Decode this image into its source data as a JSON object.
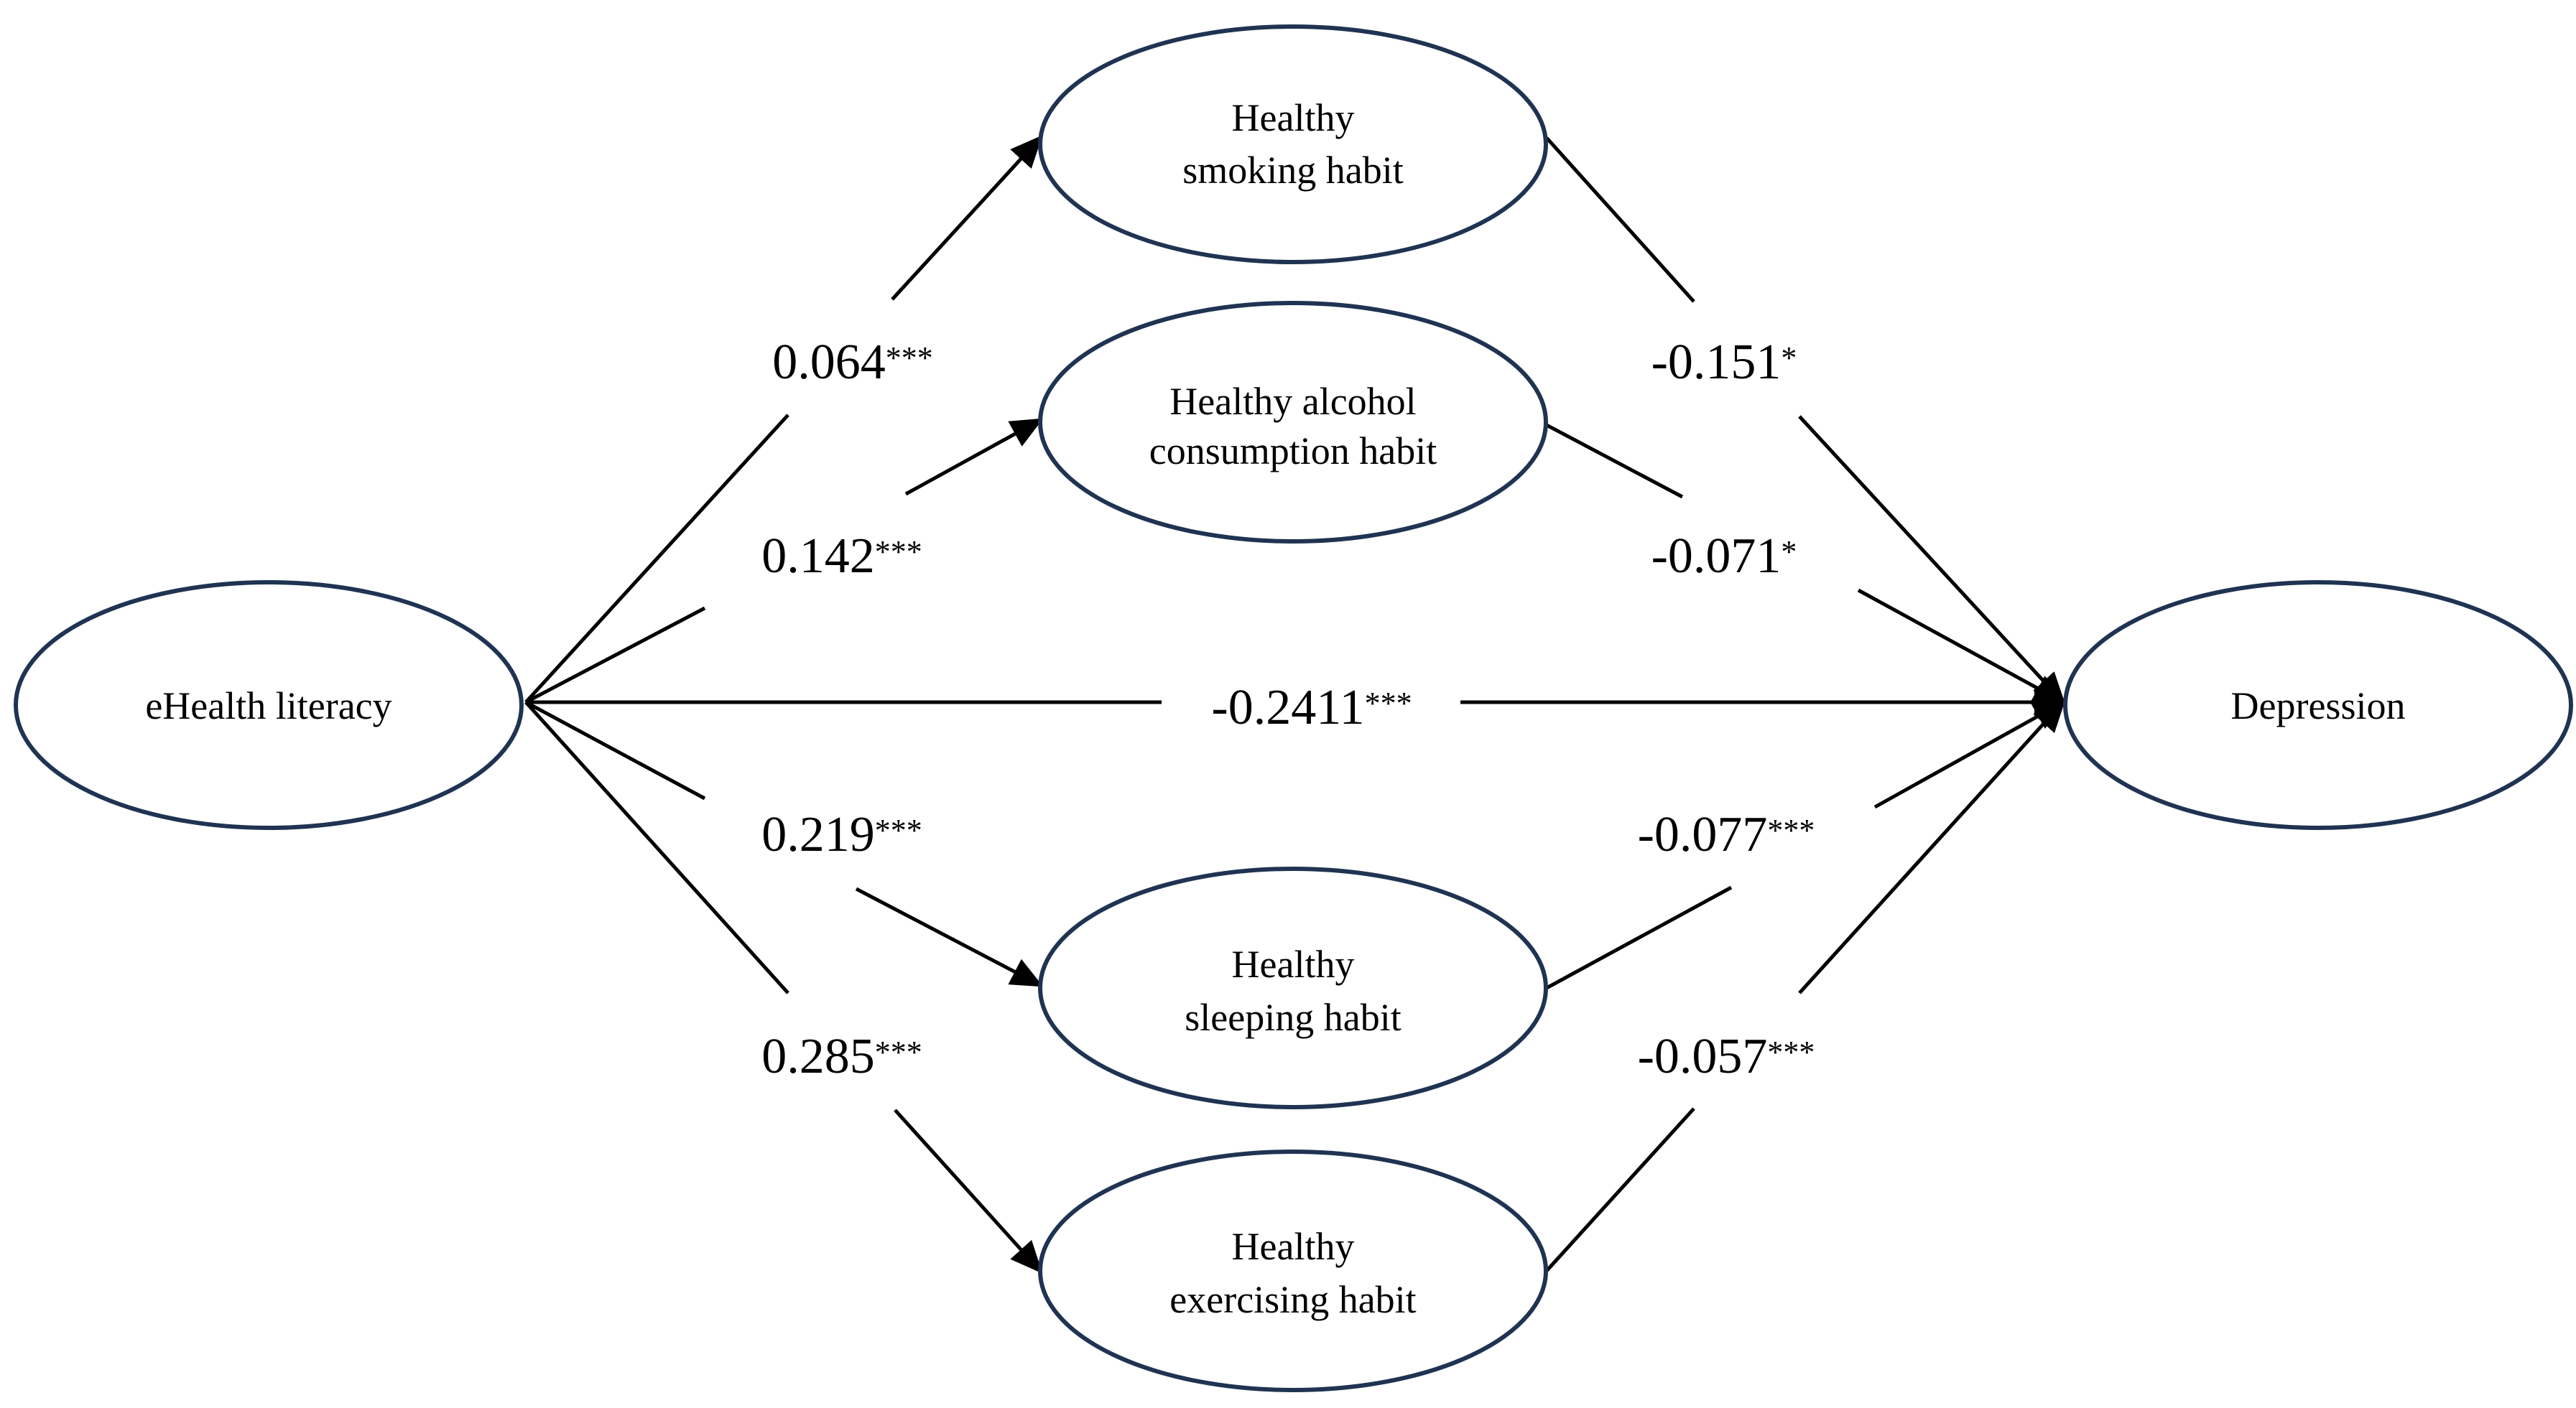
{
  "colors": {
    "node_border": "#1f3352",
    "line": "#000000",
    "text": "#000000",
    "background": "#ffffff"
  },
  "nodes": {
    "ehealth": {
      "label": "eHealth literacy"
    },
    "smoking": {
      "line1": "Healthy",
      "line2": "smoking habit"
    },
    "alcohol": {
      "line1": "Healthy alcohol",
      "line2": "consumption habit"
    },
    "sleeping": {
      "line1": "Healthy",
      "line2": "sleeping habit"
    },
    "exercising": {
      "line1": "Healthy",
      "line2": "exercising habit"
    },
    "depression": {
      "label": "Depression"
    }
  },
  "paths": {
    "ehealth_smoking": {
      "value": "0.064",
      "sig": "***"
    },
    "ehealth_alcohol": {
      "value": "0.142",
      "sig": "***"
    },
    "ehealth_depression": {
      "value": "-0.2411",
      "sig": "***"
    },
    "ehealth_sleeping": {
      "value": "0.219",
      "sig": "***"
    },
    "ehealth_exercising": {
      "value": "0.285",
      "sig": "***"
    },
    "smoking_depression": {
      "value": "-0.151",
      "sig": "*"
    },
    "alcohol_depression": {
      "value": "-0.071",
      "sig": "*"
    },
    "sleeping_depression": {
      "value": "-0.077",
      "sig": "***"
    },
    "exercising_depression": {
      "value": "-0.057",
      "sig": "***"
    }
  }
}
